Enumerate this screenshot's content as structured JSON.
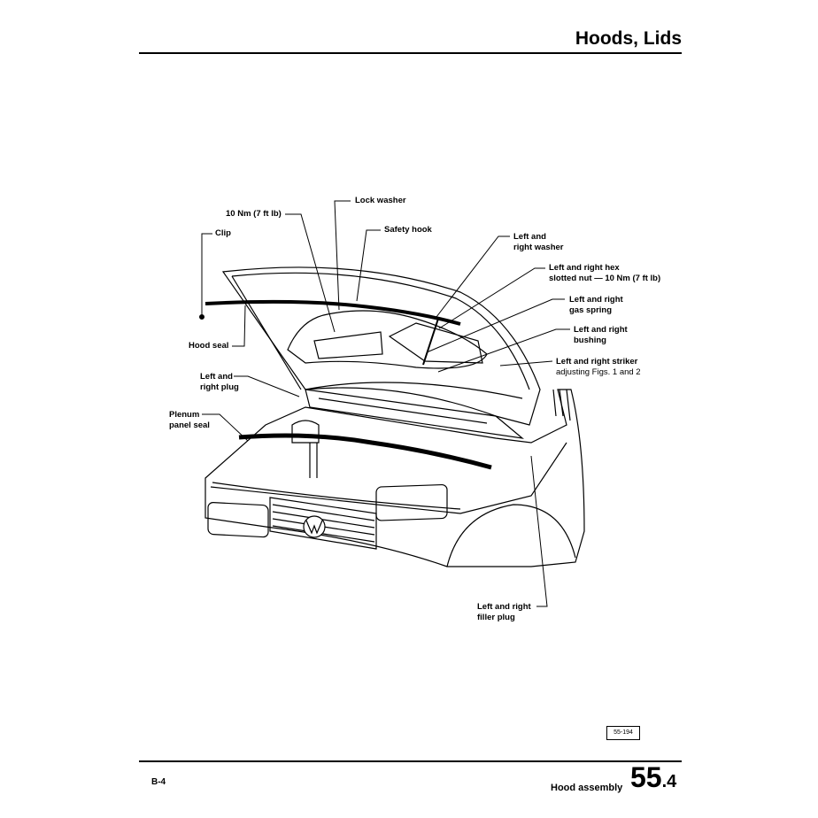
{
  "header": {
    "title": "Hoods, Lids"
  },
  "diagram": {
    "labels": {
      "lock_washer": "Lock washer",
      "torque_10nm": "10 Nm (7 ft lb)",
      "clip": "Clip",
      "safety_hook": "Safety hook",
      "washer_1": "Left and",
      "washer_2": "right washer",
      "hex_1": "Left and right hex",
      "hex_2": "slotted nut — 10 Nm (7 ft lb)",
      "gas_1": "Left and right",
      "gas_2": "gas spring",
      "bushing_1": "Left and right",
      "bushing_2": "bushing",
      "striker_1": "Left and right striker",
      "striker_2": "adjusting Figs. 1 and 2",
      "hood_seal": "Hood seal",
      "plug_1": "Left and",
      "plug_2": "right plug",
      "plenum_1": "Plenum",
      "plenum_2": "panel seal",
      "filler_1": "Left and right",
      "filler_2": "filler plug"
    },
    "figure_number": "55-194"
  },
  "footer": {
    "page": "B-4",
    "section_title": "Hood assembly",
    "section_number": "55",
    "section_sub": ".4"
  }
}
